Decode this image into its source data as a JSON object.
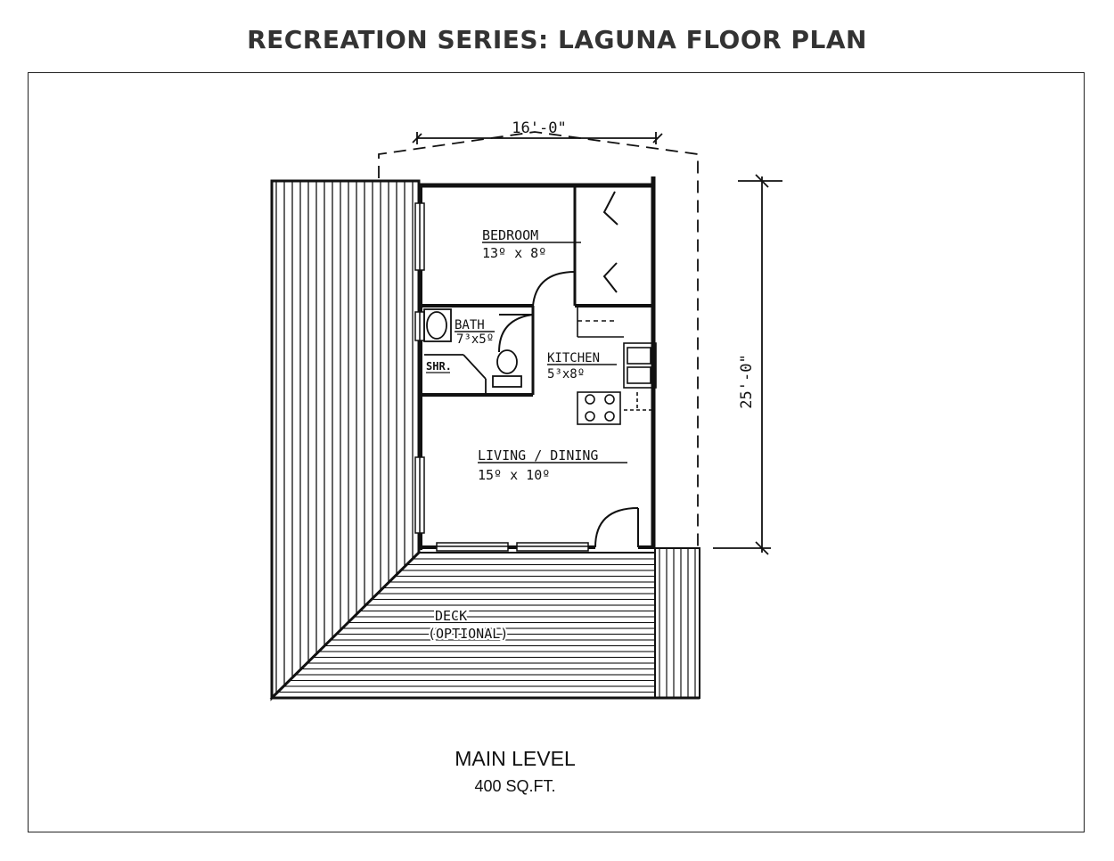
{
  "title": "RECREATION SERIES: LAGUNA FLOOR PLAN",
  "dimensions": {
    "width": "16'-0\"",
    "depth": "25'-0\""
  },
  "rooms": {
    "bedroom": {
      "name": "BEDROOM",
      "size": "13º x 8º"
    },
    "bath": {
      "name": "BATH",
      "size": "7³x5º"
    },
    "shower": {
      "name": "SHR."
    },
    "kitchen": {
      "name": "KITCHEN",
      "size": "5³x8º"
    },
    "living": {
      "name": "LIVING / DINING",
      "size": "15º x 10º"
    },
    "deck": {
      "name": "DECK",
      "note": "(OPTIONAL)"
    }
  },
  "level": {
    "name": "MAIN LEVEL",
    "area": "400 SQ.FT."
  },
  "colors": {
    "ink": "#111111",
    "title": "#333333",
    "frame": "#222222"
  }
}
